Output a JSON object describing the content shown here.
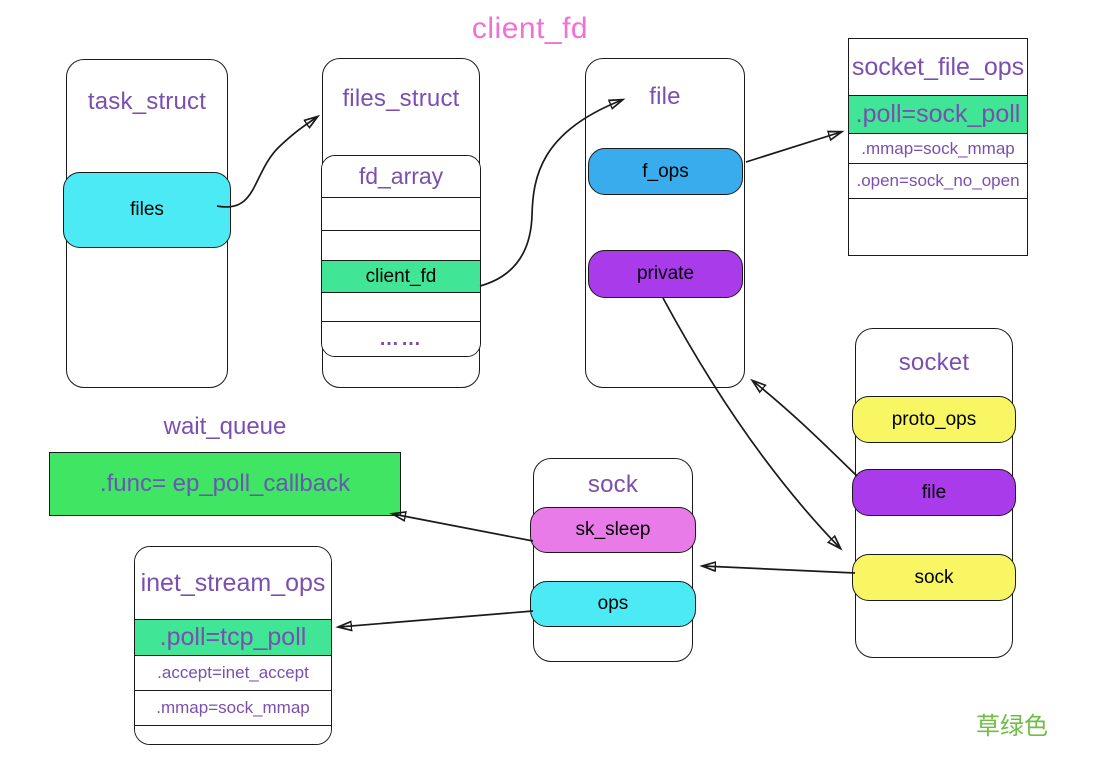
{
  "title": "client_fd",
  "watermark": "草绿色",
  "colors": {
    "title_pink": "#f26fd5",
    "purple_text": "#7a4fb0",
    "cyan": "#4beaf5",
    "blue": "#38acec",
    "purple_cell": "#a93beb",
    "magenta": "#e97be9",
    "yellow": "#f8f763",
    "green_cell": "#40e596",
    "green_bright": "#3fe563",
    "green_text": "#6fbe44"
  },
  "boxes": {
    "task_struct": {
      "title": "task_struct",
      "cells": [
        "files"
      ]
    },
    "files_struct": {
      "title": "files_struct",
      "table": {
        "header": "fd_array",
        "rows": [
          "",
          "",
          "client_fd",
          "",
          "……"
        ]
      }
    },
    "file": {
      "title": "file",
      "cells": [
        "f_ops",
        "private"
      ]
    },
    "socket_file_ops": {
      "title": "socket_file_ops",
      "rows": [
        ".poll=sock_poll",
        ".mmap=sock_mmap",
        ".open=sock_no_open",
        ""
      ]
    },
    "socket": {
      "title": "socket",
      "cells": [
        "proto_ops",
        "file",
        "sock"
      ]
    },
    "sock": {
      "title": "sock",
      "cells": [
        "sk_sleep",
        "ops"
      ]
    },
    "wait_queue": {
      "title": "wait_queue",
      "highlight": ".func= ep_poll_callback"
    },
    "inet_stream_ops": {
      "title": "inet_stream_ops",
      "rows": [
        ".poll=tcp_poll",
        ".accept=inet_accept",
        ".mmap=sock_mmap",
        ""
      ]
    }
  },
  "edges": [
    {
      "from": "task_struct.files",
      "to": "files_struct"
    },
    {
      "from": "files_struct.client_fd",
      "to": "file"
    },
    {
      "from": "file.f_ops",
      "to": "socket_file_ops.poll=sock_poll"
    },
    {
      "from": "file.private",
      "to": "socket.sock"
    },
    {
      "from": "socket.file",
      "to": "file"
    },
    {
      "from": "socket.sock",
      "to": "sock"
    },
    {
      "from": "sock.sk_sleep",
      "to": "wait_queue.func=ep_poll_callback"
    },
    {
      "from": "sock.ops",
      "to": "inet_stream_ops.poll=tcp_poll"
    }
  ]
}
